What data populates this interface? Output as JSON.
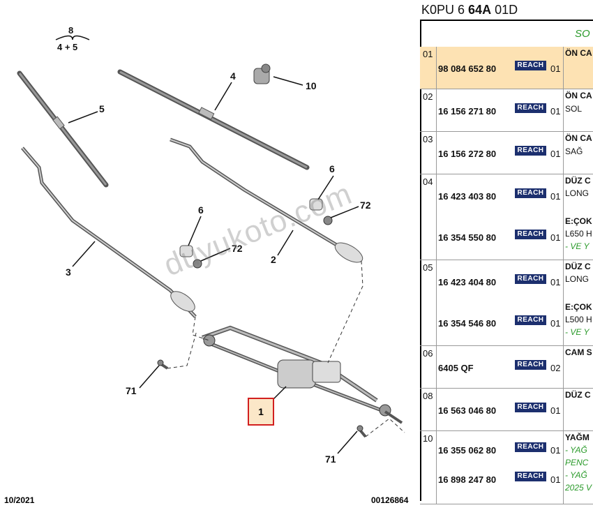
{
  "diagram": {
    "callouts": {
      "c8": "8",
      "c4_5": "4 + 5",
      "c4": "4",
      "c10": "10",
      "c5": "5",
      "c6a": "6",
      "c72a": "72",
      "c6b": "6",
      "c72b": "72",
      "c3": "3",
      "c2": "2",
      "c71a": "71",
      "c1": "1",
      "c71b": "71"
    },
    "watermark": "duyukoto.com",
    "footer_date": "10/2021",
    "footer_ref": "00126864"
  },
  "panel": {
    "title_pre": "K0PU 6 ",
    "title_bold": "64A",
    "title_post": " 01D",
    "subheader": "SO",
    "rows": [
      {
        "idx": "01",
        "highlight": true,
        "entries": [
          {
            "part": "98 084 652 80",
            "reach": "REACH",
            "qty": "01"
          }
        ],
        "desc": [
          {
            "t": "ÖN CA",
            "s": "b"
          }
        ]
      },
      {
        "idx": "02",
        "entries": [
          {
            "part": "16 156 271 80",
            "reach": "REACH",
            "qty": "01"
          }
        ],
        "desc": [
          {
            "t": "ÖN CA",
            "s": "b"
          },
          {
            "t": "SOL",
            "s": ""
          }
        ]
      },
      {
        "idx": "03",
        "entries": [
          {
            "part": "16 156 272 80",
            "reach": "REACH",
            "qty": "01"
          }
        ],
        "desc": [
          {
            "t": "ÖN CA",
            "s": "b"
          },
          {
            "t": "SAĞ",
            "s": ""
          }
        ]
      },
      {
        "idx": "04",
        "entries": [
          {
            "part": "16 423 403 80",
            "reach": "REACH",
            "qty": "01"
          },
          {
            "part": "16 354 550 80",
            "reach": "REACH",
            "qty": "01"
          }
        ],
        "desc": [
          {
            "t": "DÜZ C",
            "s": "b"
          },
          {
            "t": "LONG",
            "s": ""
          },
          {
            "t": "E:ÇOK",
            "s": "b"
          },
          {
            "t": "L650 H",
            "s": ""
          },
          {
            "t": "- VE Y",
            "s": "g"
          }
        ]
      },
      {
        "idx": "05",
        "entries": [
          {
            "part": "16 423 404 80",
            "reach": "REACH",
            "qty": "01"
          },
          {
            "part": "16 354 546 80",
            "reach": "REACH",
            "qty": "01"
          }
        ],
        "desc": [
          {
            "t": "DÜZ C",
            "s": "b"
          },
          {
            "t": "LONG",
            "s": ""
          },
          {
            "t": "E:ÇOK",
            "s": "b"
          },
          {
            "t": "L500 H",
            "s": ""
          },
          {
            "t": "- VE Y",
            "s": "g"
          }
        ]
      },
      {
        "idx": "06",
        "entries": [
          {
            "part": "6405 QF",
            "reach": "REACH",
            "qty": "02"
          }
        ],
        "desc": [
          {
            "t": "CAM S",
            "s": "b"
          }
        ]
      },
      {
        "idx": "08",
        "entries": [
          {
            "part": "16 563 046 80",
            "reach": "REACH",
            "qty": "01"
          }
        ],
        "desc": [
          {
            "t": "DÜZ C",
            "s": "b"
          }
        ]
      },
      {
        "idx": "10",
        "entries": [
          {
            "part": "16 355 062 80",
            "reach": "REACH",
            "qty": "01"
          },
          {
            "part": "16 898 247 80",
            "reach": "REACH",
            "qty": "01"
          }
        ],
        "desc": [
          {
            "t": "YAĞM",
            "s": "b"
          },
          {
            "t": "- YAĞ",
            "s": "g"
          },
          {
            "t": "PENC",
            "s": "g"
          },
          {
            "t": "- YAĞ",
            "s": "g"
          },
          {
            "t": "2025 V",
            "s": "g"
          }
        ]
      }
    ]
  }
}
